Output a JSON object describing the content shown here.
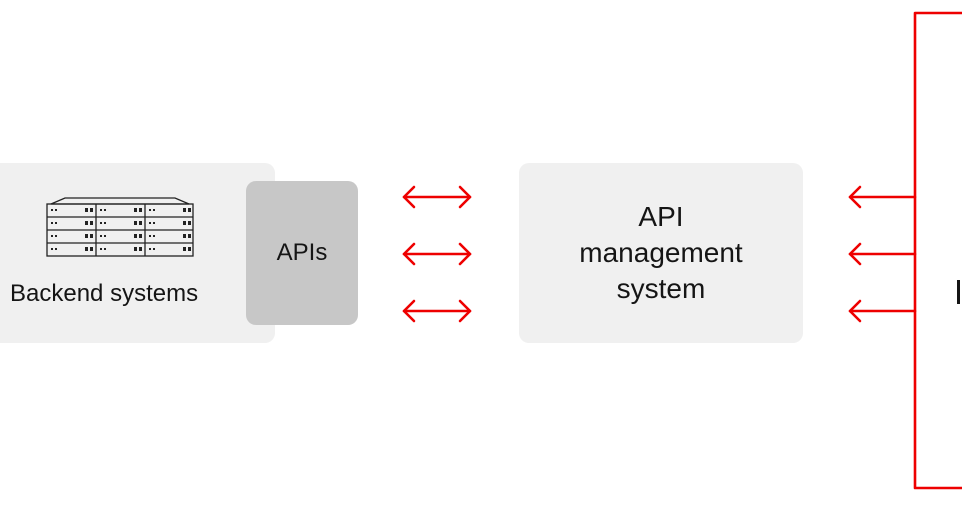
{
  "backend": {
    "label": "Backend systems",
    "icon": "server-rack-icon"
  },
  "apis": {
    "label": "APIs"
  },
  "management": {
    "label": "API\nmanagement\nsystem"
  },
  "connectors": {
    "left_arrows": [
      "bidirectional-arrow",
      "bidirectional-arrow",
      "bidirectional-arrow"
    ],
    "right_arrows": [
      "left-arrow",
      "left-arrow",
      "left-arrow"
    ]
  },
  "colors": {
    "accent": "#ee0000",
    "box_light": "#f0f0f0",
    "box_dark": "#c7c7c7",
    "text": "#151515"
  }
}
